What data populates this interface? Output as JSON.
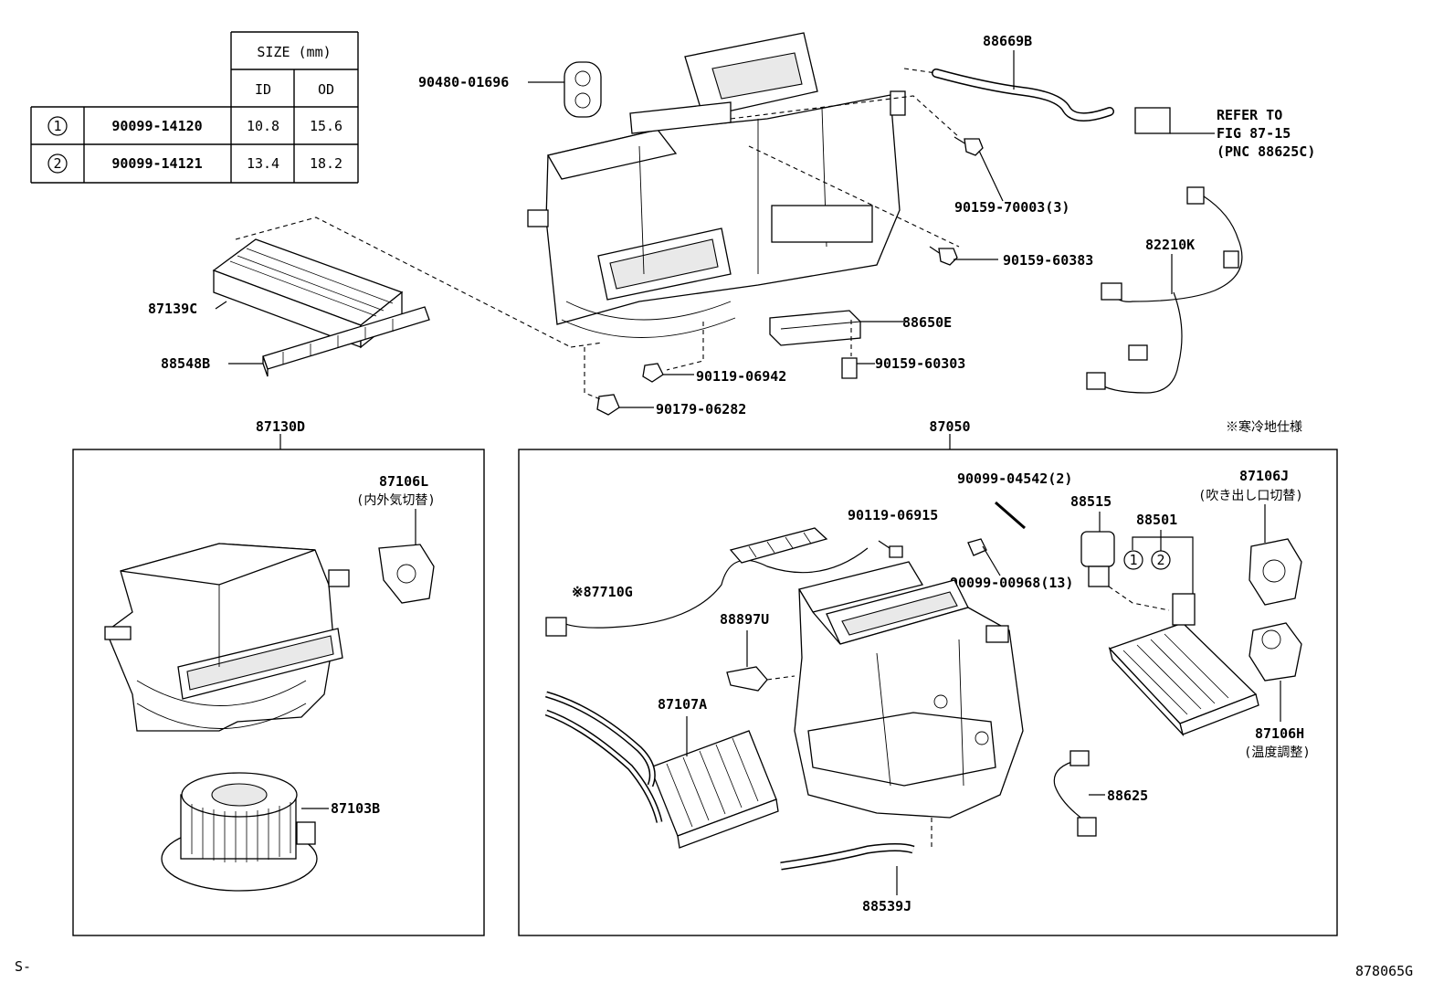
{
  "size_table": {
    "header_size": "SIZE (mm)",
    "col_id": "ID",
    "col_od": "OD",
    "rows": [
      {
        "mark": "1",
        "part": "90099-14120",
        "id": "10.8",
        "od": "15.6"
      },
      {
        "mark": "2",
        "part": "90099-14121",
        "id": "13.4",
        "od": "18.2"
      }
    ]
  },
  "labels": {
    "p90480": "90480-01696",
    "p88669b": "88669B",
    "refer1": "REFER TO",
    "refer2": "FIG 87-15",
    "refer3": "(PNC 88625C)",
    "p90159_70003": "90159-70003(3)",
    "p90159_60383": "90159-60383",
    "p82210k": "82210K",
    "p87139c": "87139C",
    "p88548b": "88548B",
    "p88650e": "88650E",
    "p90159_60303": "90159-60303",
    "p90119_06942": "90119-06942",
    "p90179_06282": "90179-06282",
    "p87130d": "87130D",
    "p87050": "87050",
    "cold_spec": "※寒冷地仕様",
    "p87106l": "87106L",
    "p87106l_note": "(内外気切替)",
    "p87103b": "87103B",
    "p90099_04542": "90099-04542(2)",
    "p88515": "88515",
    "p87106j": "87106J",
    "p87106j_note": "(吹き出し口切替)",
    "p90119_06915": "90119-06915",
    "p88501": "88501",
    "p87710g": "※87710G",
    "p90099_00968": "90099-00968(13)",
    "p88897u": "88897U",
    "p87107a": "87107A",
    "p87106h": "87106H",
    "p87106h_note": "(温度調整)",
    "p88625": "88625",
    "p88539j": "88539J",
    "mark1": "1",
    "mark2": "2",
    "footer_left": "S-",
    "footer_right": "878065G"
  }
}
